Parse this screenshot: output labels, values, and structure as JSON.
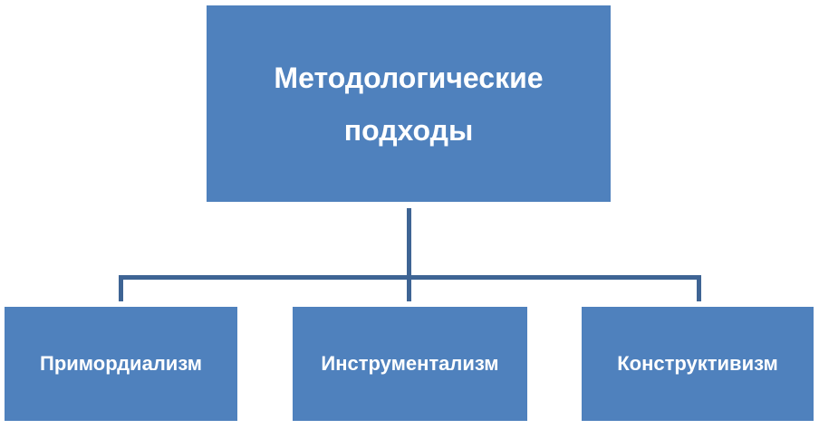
{
  "diagram": {
    "root": {
      "label": "Методологические подходы"
    },
    "children": [
      {
        "label": "Примордиализм"
      },
      {
        "label": "Инструментализм"
      },
      {
        "label": "Конструктивизм"
      }
    ]
  },
  "colors": {
    "box_fill": "#4f81bd",
    "connector": "#3e6494",
    "text": "#ffffff"
  }
}
